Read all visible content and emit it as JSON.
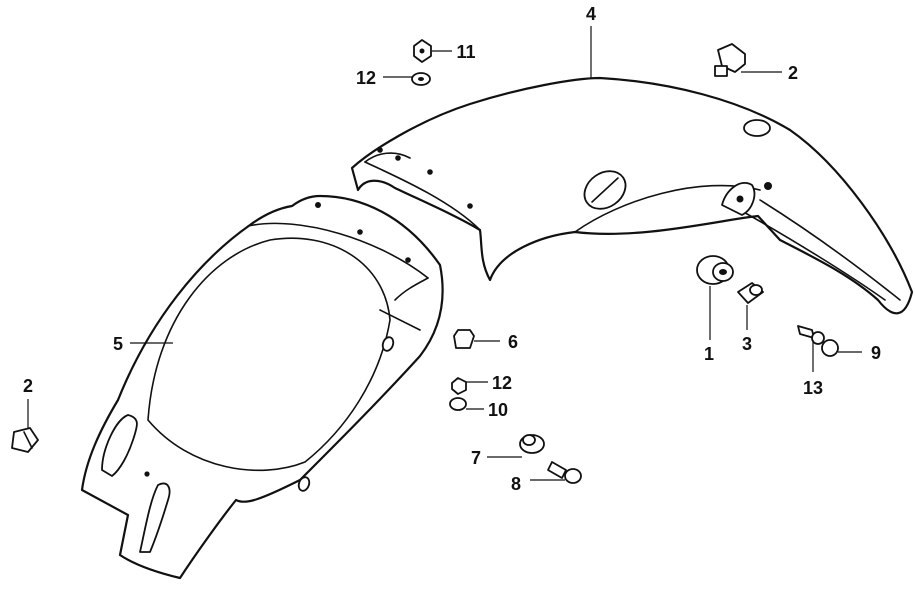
{
  "labels": {
    "fender_front": "4",
    "fender_rear": "5",
    "clip_upper": "2",
    "clip_left": "2",
    "grommet": "1",
    "collar": "3",
    "cushion": "6",
    "washer_a": "7",
    "bolt_a": "8",
    "bolt_b": "9",
    "washer_b": "10",
    "nut_upper": "11",
    "washer_upper": "12",
    "nut_mid": "12",
    "bolt_c": "13"
  }
}
